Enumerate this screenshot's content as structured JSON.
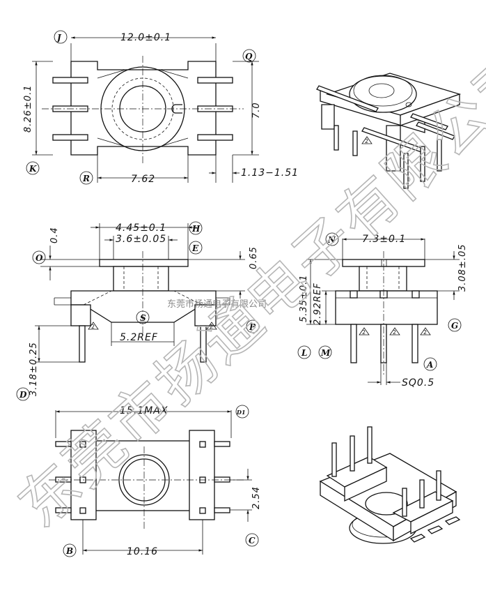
{
  "top_view": {
    "dim_width": "12.0±0.1",
    "dim_height": "8.26±0.1",
    "dim_inner": "7.0",
    "dim_pitch": "7.62",
    "dim_pin": "1.13−1.51",
    "labels": {
      "J": "J",
      "Q": "Q",
      "K": "K",
      "R": "R"
    }
  },
  "side_view": {
    "dim_top": "4.45±0.1",
    "dim_inner": "3.6±0.05",
    "dim_flange": "0.4",
    "dim_flange2": "0.65",
    "dim_ref": "5.2REF",
    "dim_pin": "3.18±0.25",
    "labels": {
      "H": "H",
      "E": "E",
      "O": "O",
      "S": "S",
      "P": "P",
      "D": "D"
    }
  },
  "front_view": {
    "dim_width": "7.3±0.1",
    "dim_height": "3.08±.05",
    "dim_body": "5.35±0.1",
    "dim_ref": "2.92REF",
    "dim_sq": "SQ0.5",
    "labels": {
      "N": "N",
      "G": "G",
      "L": "L",
      "M": "M",
      "A": "A"
    }
  },
  "bottom_view": {
    "dim_width": "15.1MAX",
    "dim_pitch": "2.54",
    "dim_span": "10.16",
    "labels": {
      "D1": "D1",
      "B": "B",
      "C": "C"
    }
  },
  "triangle_note": "2",
  "watermark_small": "东莞市扬通电子有限公司",
  "watermark_large": "东莞市扬通电子有限公司"
}
